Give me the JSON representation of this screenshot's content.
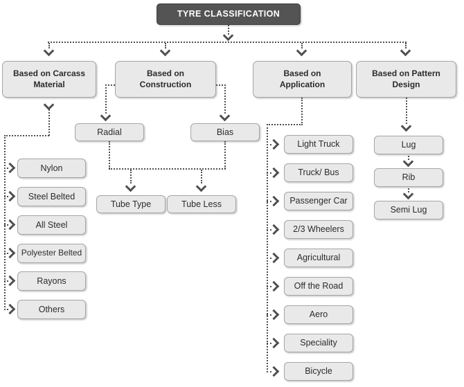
{
  "title": "TYRE CLASSIFICATION",
  "colors": {
    "title_bg": "#545454",
    "title_text": "#ffffff",
    "node_bg": "#e9e9e9",
    "node_border": "#a5a5a5",
    "node_text": "#2b2b2b",
    "connector": "#4d4d4d"
  },
  "branches": {
    "carcass": {
      "label": "Based on Carcass Material",
      "items": [
        "Nylon",
        "Steel Belted",
        "All Steel",
        "Polyester Belted",
        "Rayons",
        "Others"
      ]
    },
    "construction": {
      "label": "Based on Construction",
      "types": [
        "Radial",
        "Bias"
      ],
      "subtypes": [
        "Tube Type",
        "Tube Less"
      ]
    },
    "application": {
      "label": "Based on Application",
      "items": [
        "Light Truck",
        "Truck/ Bus",
        "Passenger Car",
        "2/3 Wheelers",
        "Agricultural",
        "Off the Road",
        "Aero",
        "Speciality",
        "Bicycle"
      ]
    },
    "pattern": {
      "label": "Based on Pattern Design",
      "items": [
        "Lug",
        "Rib",
        "Semi Lug"
      ]
    }
  }
}
